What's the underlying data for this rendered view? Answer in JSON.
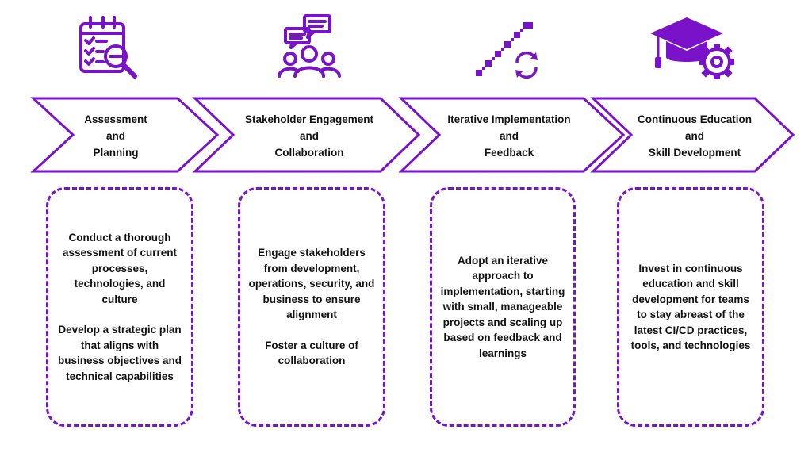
{
  "colors": {
    "accent": "#7A12C9",
    "text": "#111111"
  },
  "steps": [
    {
      "icon": "checklist-calendar-magnifier-icon",
      "title_lines": [
        "Assessment",
        "and",
        "Planning"
      ],
      "paragraphs": [
        "Conduct a thorough assessment of current processes, technologies, and culture",
        "Develop a strategic plan that aligns with business objectives and technical capabilities"
      ]
    },
    {
      "icon": "people-chat-bubbles-icon",
      "title_lines": [
        "Stakeholder Engagement",
        "and",
        "Collaboration"
      ],
      "paragraphs": [
        "Engage stakeholders from development, operations, security, and business to ensure alignment",
        "Foster a culture of collaboration"
      ]
    },
    {
      "icon": "stairs-cycle-arrows-icon",
      "title_lines": [
        "Iterative Implementation",
        "and",
        "Feedback"
      ],
      "paragraphs": [
        "Adopt an iterative approach to implementation, starting with small, manageable projects and scaling up based on feedback and learnings"
      ]
    },
    {
      "icon": "graduation-cap-gear-icon",
      "title_lines": [
        "Continuous Education",
        "and",
        "Skill Development"
      ],
      "paragraphs": [
        "Invest in continuous education and skill development for teams to stay abreast of the latest CI/CD practices, tools, and technologies"
      ]
    }
  ]
}
